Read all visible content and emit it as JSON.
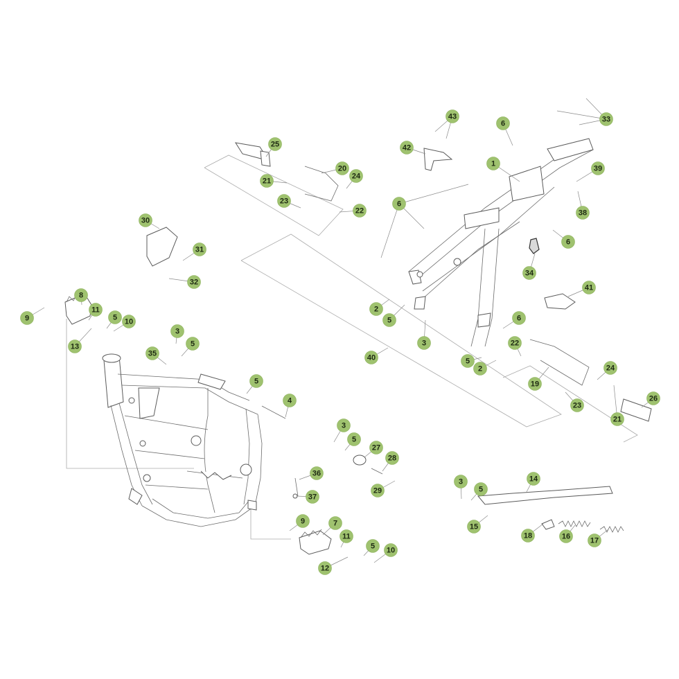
{
  "callouts": [
    {
      "id": "c1",
      "label": "1"
    },
    {
      "id": "c2a",
      "label": "2"
    },
    {
      "id": "c2b",
      "label": "2"
    },
    {
      "id": "c3a",
      "label": "3"
    },
    {
      "id": "c3b",
      "label": "3"
    },
    {
      "id": "c3c",
      "label": "3"
    },
    {
      "id": "c3d",
      "label": "3"
    },
    {
      "id": "c4",
      "label": "4"
    },
    {
      "id": "c5a",
      "label": "5"
    },
    {
      "id": "c5b",
      "label": "5"
    },
    {
      "id": "c5c",
      "label": "5"
    },
    {
      "id": "c5d",
      "label": "5"
    },
    {
      "id": "c5e",
      "label": "5"
    },
    {
      "id": "c5f",
      "label": "5"
    },
    {
      "id": "c5g",
      "label": "5"
    },
    {
      "id": "c5h",
      "label": "5"
    },
    {
      "id": "c6a",
      "label": "6"
    },
    {
      "id": "c6b",
      "label": "6"
    },
    {
      "id": "c6c",
      "label": "6"
    },
    {
      "id": "c6d",
      "label": "6"
    },
    {
      "id": "c7",
      "label": "7"
    },
    {
      "id": "c8",
      "label": "8"
    },
    {
      "id": "c9a",
      "label": "9"
    },
    {
      "id": "c9b",
      "label": "9"
    },
    {
      "id": "c10a",
      "label": "10"
    },
    {
      "id": "c10b",
      "label": "10"
    },
    {
      "id": "c11a",
      "label": "11"
    },
    {
      "id": "c11b",
      "label": "11"
    },
    {
      "id": "c12",
      "label": "12"
    },
    {
      "id": "c13",
      "label": "13"
    },
    {
      "id": "c14",
      "label": "14"
    },
    {
      "id": "c15",
      "label": "15"
    },
    {
      "id": "c16",
      "label": "16"
    },
    {
      "id": "c17",
      "label": "17"
    },
    {
      "id": "c18",
      "label": "18"
    },
    {
      "id": "c19",
      "label": "19"
    },
    {
      "id": "c20",
      "label": "20"
    },
    {
      "id": "c21a",
      "label": "21"
    },
    {
      "id": "c21b",
      "label": "21"
    },
    {
      "id": "c22a",
      "label": "22"
    },
    {
      "id": "c22b",
      "label": "22"
    },
    {
      "id": "c23a",
      "label": "23"
    },
    {
      "id": "c23b",
      "label": "23"
    },
    {
      "id": "c24a",
      "label": "24"
    },
    {
      "id": "c24b",
      "label": "24"
    },
    {
      "id": "c25",
      "label": "25"
    },
    {
      "id": "c26",
      "label": "26"
    },
    {
      "id": "c27",
      "label": "27"
    },
    {
      "id": "c28",
      "label": "28"
    },
    {
      "id": "c29",
      "label": "29"
    },
    {
      "id": "c30",
      "label": "30"
    },
    {
      "id": "c31",
      "label": "31"
    },
    {
      "id": "c32",
      "label": "32"
    },
    {
      "id": "c33",
      "label": "33"
    },
    {
      "id": "c34",
      "label": "34"
    },
    {
      "id": "c35",
      "label": "35"
    },
    {
      "id": "c36",
      "label": "36"
    },
    {
      "id": "c37",
      "label": "37"
    },
    {
      "id": "c38",
      "label": "38"
    },
    {
      "id": "c39",
      "label": "39"
    },
    {
      "id": "c40",
      "label": "40"
    },
    {
      "id": "c41",
      "label": "41"
    },
    {
      "id": "c42",
      "label": "42"
    },
    {
      "id": "c43",
      "label": "43"
    }
  ],
  "colors": {
    "callout_fill": "#9fc26f",
    "line": "#5a5a5a",
    "background": "#ffffff"
  }
}
